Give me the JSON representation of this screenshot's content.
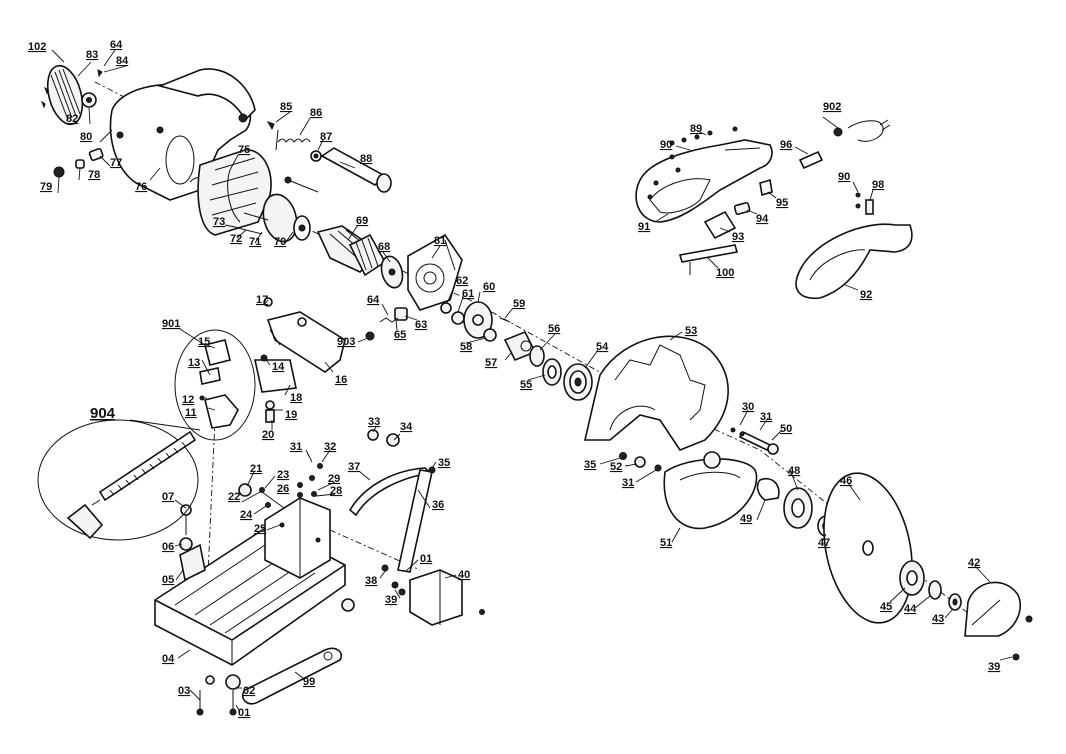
{
  "part_labels": {
    "p102": "102",
    "p83": "83",
    "p64a": "64",
    "p84": "84",
    "p82": "82",
    "p80": "80",
    "p77": "77",
    "p78": "78",
    "p79": "79",
    "p76": "76",
    "p75": "75",
    "p85": "85",
    "p86": "86",
    "p87": "87",
    "p88": "88",
    "p73": "73",
    "p72": "72",
    "p71": "71",
    "p70": "70",
    "p69": "69",
    "p68": "68",
    "p81": "81",
    "p62": "62",
    "p61": "61",
    "p60": "60",
    "p59": "59",
    "p64b": "64",
    "p65": "65",
    "p63": "63",
    "p903": "903",
    "p58": "58",
    "p57": "57",
    "p56": "56",
    "p55": "55",
    "p54": "54",
    "p53": "53",
    "p902": "902",
    "p89": "89",
    "p90a": "90",
    "p96": "96",
    "p90b": "90",
    "p98": "98",
    "p95": "95",
    "p94": "94",
    "p91": "91",
    "p93": "93",
    "p100": "100",
    "p92": "92",
    "p17": "17",
    "p901": "901",
    "p15": "15",
    "p13": "13",
    "p14": "14",
    "p16": "16",
    "p12": "12",
    "p11": "11",
    "p18": "18",
    "p19": "19",
    "p20": "20",
    "p904": "904",
    "p33": "33",
    "p34": "34",
    "p31a": "31",
    "p32": "32",
    "p37": "37",
    "p35a": "35",
    "p21": "21",
    "p23": "23",
    "p29": "29",
    "p22": "22",
    "p26": "26",
    "p28": "28",
    "p24": "24",
    "p25": "25",
    "p36": "36",
    "p07": "07",
    "p06": "06",
    "p05": "05",
    "p01a": "01",
    "p40": "40",
    "p38": "38",
    "p39a": "39",
    "p04": "04",
    "p03": "03",
    "p02": "02",
    "p01b": "01",
    "p99": "99",
    "p30": "30",
    "p31b": "31",
    "p50": "50",
    "p35b": "35",
    "p52": "52",
    "p31c": "31",
    "p48": "48",
    "p46": "46",
    "p49": "49",
    "p51": "51",
    "p47": "47",
    "p45": "45",
    "p44": "44",
    "p43": "43",
    "p42": "42",
    "p39b": "39"
  }
}
